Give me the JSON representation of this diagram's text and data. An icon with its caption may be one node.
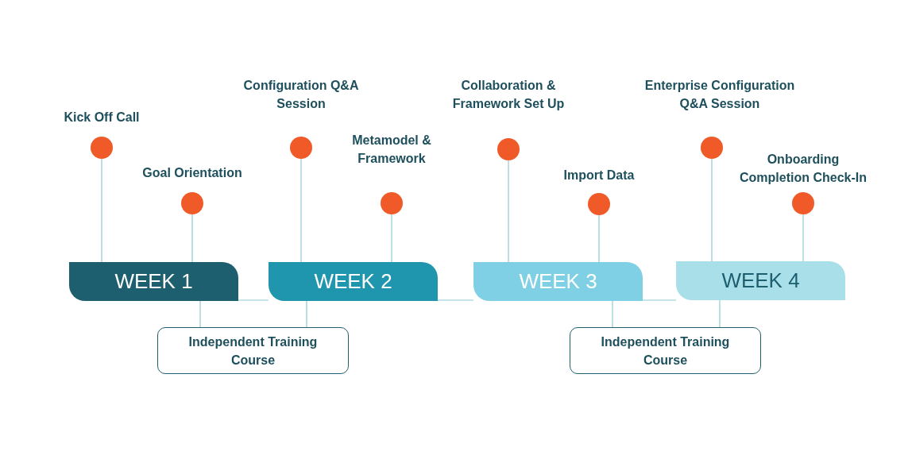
{
  "diagram": {
    "nodes": [
      {
        "text": [],
        "shape": "circle",
        "beside": [
          "Kick Off Call"
        ]
      },
      {
        "text": [],
        "shape": "circle",
        "beside": [
          "Goal Orientation"
        ]
      },
      {
        "text": [],
        "shape": "circle",
        "beside": [
          "Configuration Q&A Session"
        ]
      },
      {
        "text": [],
        "shape": "circle",
        "beside": [
          "Metamodel & Framework"
        ]
      },
      {
        "text": [],
        "shape": "circle",
        "beside": [
          "Collaboration & Framework Set Up"
        ]
      },
      {
        "text": [],
        "shape": "circle",
        "beside": [
          "Import Data"
        ]
      },
      {
        "text": [],
        "shape": "circle",
        "beside": [
          "Enterprise Configuration Q&A Session"
        ]
      },
      {
        "text": [],
        "shape": "circle",
        "beside": [
          "Onboarding Completion Check-In"
        ]
      },
      {
        "text": [
          "WEEK 1"
        ]
      },
      {
        "text": [
          "WEEK 2"
        ]
      },
      {
        "text": [
          "WEEK 3"
        ]
      },
      {
        "text": [
          "WEEK 4"
        ]
      },
      {
        "text": [
          "Independent Training Course"
        ]
      },
      {
        "text": [
          "Independent Training Course"
        ]
      }
    ],
    "edges": [
      {
        "from": 0,
        "to": 8,
        "arrow": "none"
      },
      {
        "from": 1,
        "to": 8,
        "arrow": "none"
      },
      {
        "from": 2,
        "to": 9,
        "arrow": "none"
      },
      {
        "from": 3,
        "to": 9,
        "arrow": "none"
      },
      {
        "from": 4,
        "to": 10,
        "arrow": "none"
      },
      {
        "from": 5,
        "to": 10,
        "arrow": "none"
      },
      {
        "from": 6,
        "to": 11,
        "arrow": "none"
      },
      {
        "from": 7,
        "to": 11,
        "arrow": "none"
      },
      {
        "from": 8,
        "to": 9,
        "arrow": "none"
      },
      {
        "from": 9,
        "to": 10,
        "arrow": "none"
      },
      {
        "from": 10,
        "to": 11,
        "arrow": "none"
      },
      {
        "from": 8,
        "to": 12,
        "arrow": "none"
      },
      {
        "from": 9,
        "to": 12,
        "arrow": "none"
      },
      {
        "from": 10,
        "to": 13,
        "arrow": "none"
      },
      {
        "from": 11,
        "to": 13,
        "arrow": "none"
      }
    ]
  }
}
